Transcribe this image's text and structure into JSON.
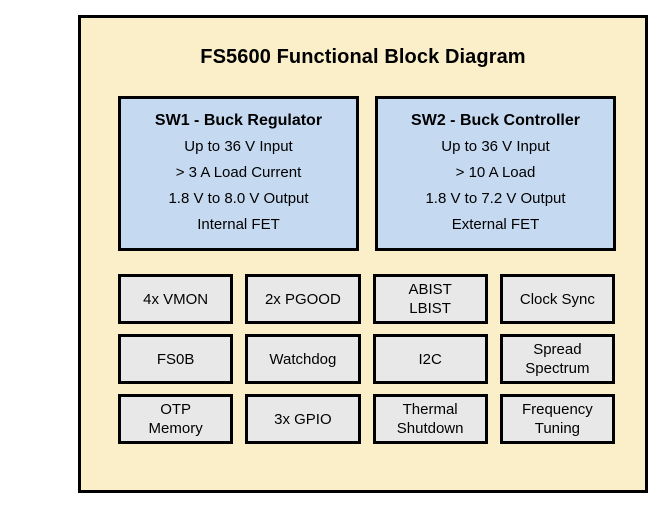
{
  "diagram": {
    "title": "FS5600 Functional Block Diagram",
    "colors": {
      "panel_background": "#FAEFC8",
      "panel_border": "#000000",
      "regulator_block_fill": "#C5D9F1",
      "feature_block_fill": "#E8E8E8",
      "text": "#000000"
    },
    "regulators": [
      {
        "id": "sw1",
        "title": "SW1 - Buck Regulator",
        "specs": [
          "Up to 36 V Input",
          "> 3 A Load Current",
          "1.8 V to 8.0 V Output",
          "Internal FET"
        ]
      },
      {
        "id": "sw2",
        "title": "SW2 - Buck Controller",
        "specs": [
          "Up to 36 V Input",
          "> 10 A Load",
          "1.8 V to 7.2 V Output",
          "External FET"
        ]
      }
    ],
    "features": [
      {
        "id": "vmon",
        "lines": [
          "4x VMON"
        ]
      },
      {
        "id": "pgood",
        "lines": [
          "2x PGOOD"
        ]
      },
      {
        "id": "abist-lbist",
        "lines": [
          "ABIST",
          "LBIST"
        ]
      },
      {
        "id": "clock-sync",
        "lines": [
          "Clock Sync"
        ]
      },
      {
        "id": "fs0b",
        "lines": [
          "FS0B"
        ]
      },
      {
        "id": "watchdog",
        "lines": [
          "Watchdog"
        ]
      },
      {
        "id": "i2c",
        "lines": [
          "I2C"
        ]
      },
      {
        "id": "spread-spectrum",
        "lines": [
          "Spread",
          "Spectrum"
        ]
      },
      {
        "id": "otp-memory",
        "lines": [
          "OTP",
          "Memory"
        ]
      },
      {
        "id": "gpio",
        "lines": [
          "3x GPIO"
        ]
      },
      {
        "id": "thermal-shutdown",
        "lines": [
          "Thermal",
          "Shutdown"
        ]
      },
      {
        "id": "frequency-tuning",
        "lines": [
          "Frequency",
          "Tuning"
        ]
      }
    ]
  }
}
